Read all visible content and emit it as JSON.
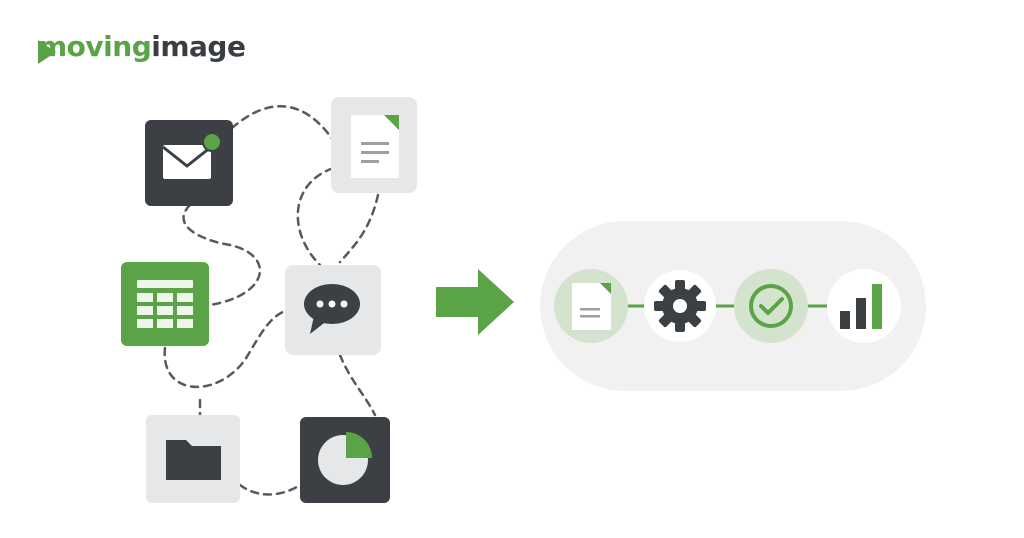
{
  "brand": {
    "wordmark_part1": "moving",
    "wordmark_part2": "image",
    "accent_color": "#5aa346",
    "dark_color": "#3a3e43"
  },
  "colors": {
    "green": "#5aa346",
    "dark_tile": "#3c4045",
    "light_tile": "#e6e7e8",
    "pill_background": "#f0f1f0",
    "connector": "#555a5f"
  },
  "sources": [
    {
      "id": "email",
      "icon": "envelope-icon",
      "tile": "dark"
    },
    {
      "id": "document",
      "icon": "document-icon",
      "tile": "light"
    },
    {
      "id": "spreadsheet",
      "icon": "spreadsheet-icon",
      "tile": "green"
    },
    {
      "id": "chat",
      "icon": "chat-bubble-icon",
      "tile": "light"
    },
    {
      "id": "folder",
      "icon": "folder-icon",
      "tile": "light"
    },
    {
      "id": "report",
      "icon": "pie-chart-icon",
      "tile": "dark"
    }
  ],
  "flow_arrow": {
    "icon": "right-arrow-icon"
  },
  "pipeline": [
    {
      "id": "ingest",
      "icon": "document-icon"
    },
    {
      "id": "process",
      "icon": "gear-icon"
    },
    {
      "id": "verify",
      "icon": "checkmark-icon"
    },
    {
      "id": "analytics",
      "icon": "bar-chart-icon"
    }
  ]
}
